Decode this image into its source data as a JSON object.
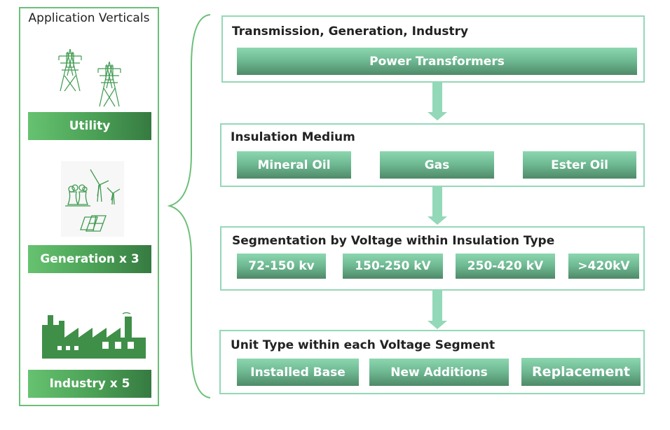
{
  "left_panel": {
    "title": "Application Verticals",
    "verticals": [
      {
        "label": "Utility",
        "icon": "transmission-tower-icon"
      },
      {
        "label": "Generation x 3",
        "icon": "power-generation-icon"
      },
      {
        "label": "Industry x 5",
        "icon": "factory-icon"
      }
    ]
  },
  "colors": {
    "bracket": "#6cbf78",
    "box_border": "#93d8b8",
    "chip_top": "#8cd7b0",
    "chip_bottom": "#4f8a68",
    "vertical_label_light": "#66c270",
    "vertical_label_dark": "#367a41"
  },
  "levels": [
    {
      "title": "Transmission, Generation, Industry",
      "items": [
        "Power Transformers"
      ]
    },
    {
      "title": "Insulation Medium",
      "items": [
        "Mineral Oil",
        "Gas",
        "Ester Oil"
      ]
    },
    {
      "title": "Segmentation by Voltage within Insulation Type",
      "items": [
        "72-150 kv",
        "150-250 kV",
        "250-420 kV",
        ">420kV"
      ]
    },
    {
      "title": "Unit Type within each Voltage Segment",
      "items": [
        "Installed Base",
        "New Additions",
        "Replacement"
      ]
    }
  ]
}
